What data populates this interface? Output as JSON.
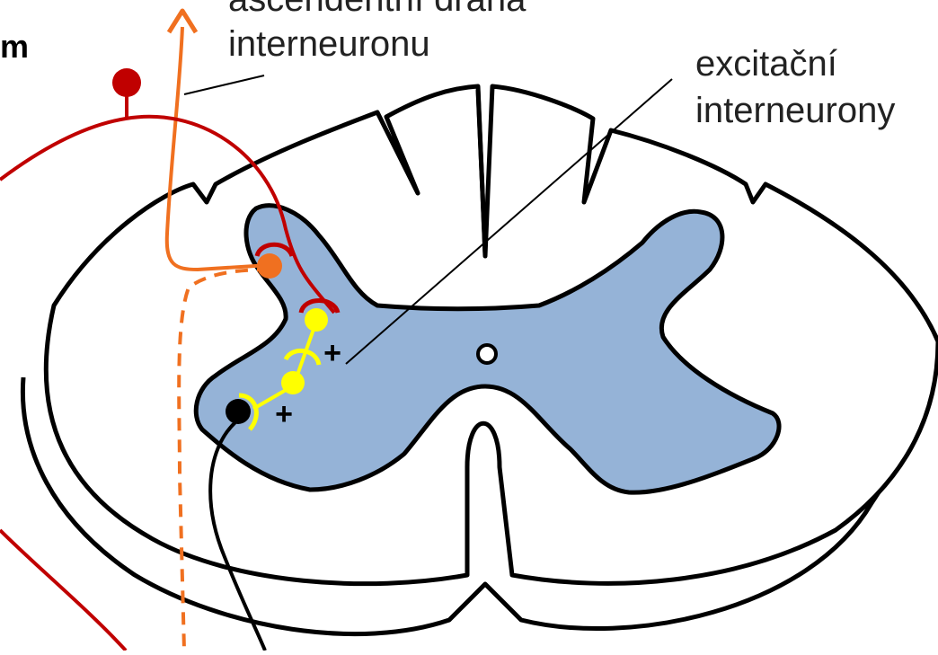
{
  "labels": {
    "ascending_line1": "ascendentní dráha",
    "ascending_line2": "interneuronu",
    "excitatory_line1": "excitační",
    "excitatory_line2": "interneurony",
    "left_fragment": "m"
  },
  "signs": {
    "upper": "+",
    "lower": "+"
  },
  "colors": {
    "grey_matter": "#95b3d7",
    "outline": "#000000",
    "afferent_red": "#c00000",
    "ascending_orange": "#f07020",
    "excitatory_yellow": "#ffff00",
    "motor_black": "#000000",
    "label_text": "#222222"
  }
}
